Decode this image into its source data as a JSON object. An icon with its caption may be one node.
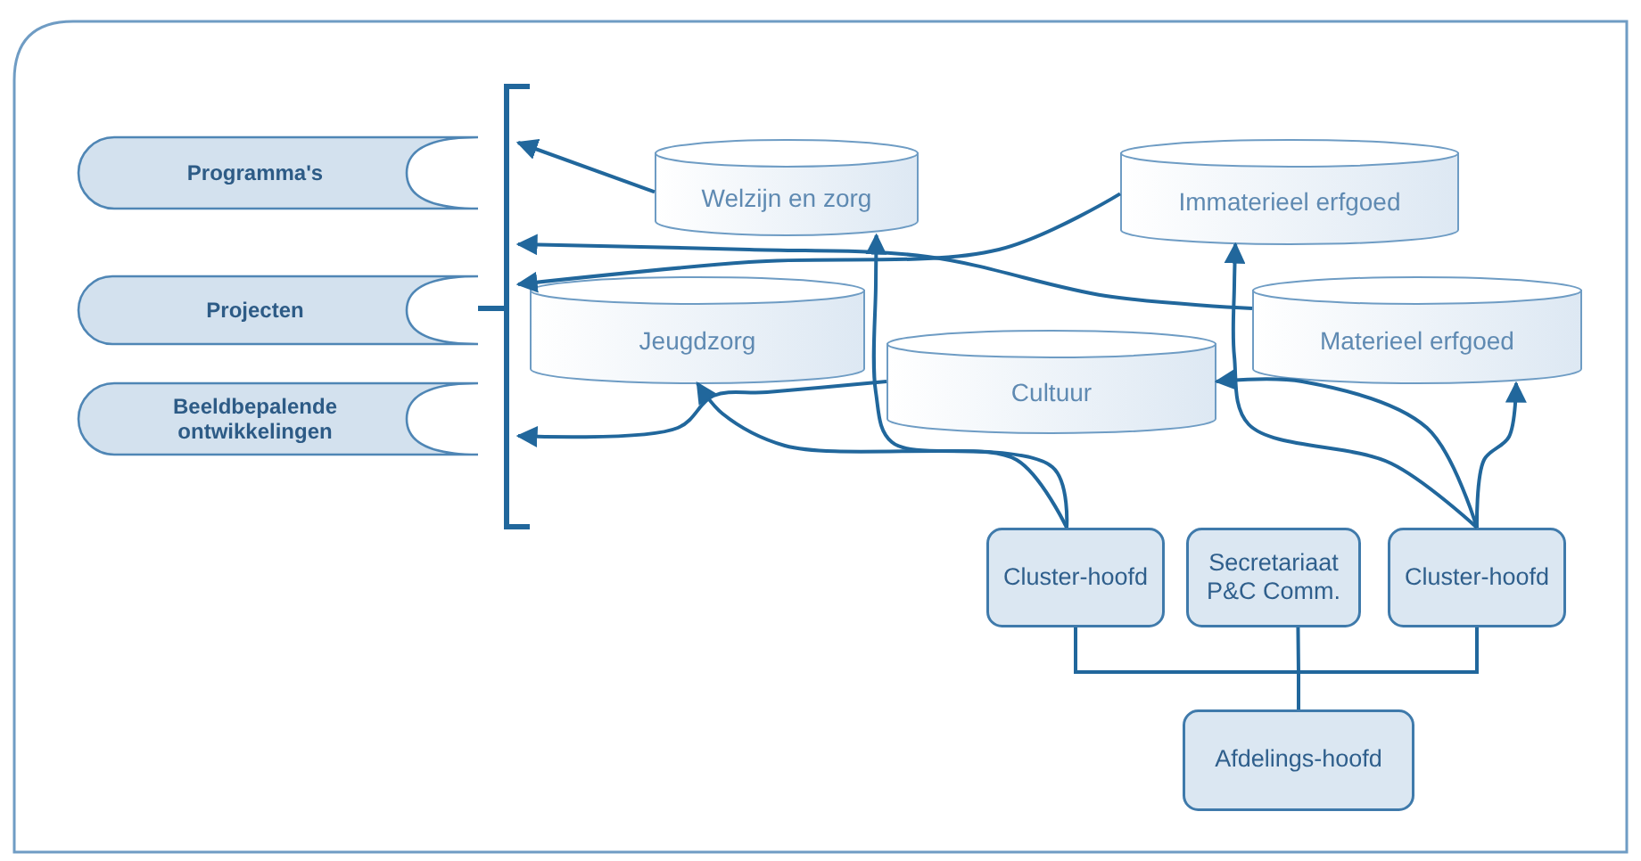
{
  "diagram": {
    "nodes": [
      {
        "text": [
          "Programma's"
        ]
      },
      {
        "text": [
          "Projecten"
        ]
      },
      {
        "text": [
          "Beeldbepalende ontwikkelingen"
        ]
      },
      {
        "text": [],
        "shape": "bracket"
      },
      {
        "text": [
          "Welzijn en zorg"
        ]
      },
      {
        "text": [
          "Immaterieel erfgoed"
        ]
      },
      {
        "text": [
          "Jeugdzorg"
        ]
      },
      {
        "text": [
          "Cultuur"
        ]
      },
      {
        "text": [
          "Materieel erfgoed"
        ]
      },
      {
        "text": [
          "Cluster-hoofd"
        ]
      },
      {
        "text": [
          "Secretariaat P&C Comm."
        ]
      },
      {
        "text": [
          "Cluster-hoofd"
        ]
      },
      {
        "text": [
          "Afdelings-hoofd"
        ]
      }
    ],
    "edges": [
      {
        "from": 4,
        "to": 3,
        "arrow": "to"
      },
      {
        "from": 5,
        "to": 3,
        "arrow": "to"
      },
      {
        "from": 8,
        "to": 3,
        "arrow": "to"
      },
      {
        "from": 7,
        "to": 3,
        "arrow": "to"
      },
      {
        "from": 9,
        "to": 6,
        "arrow": "to"
      },
      {
        "from": 9,
        "to": 4,
        "arrow": "to"
      },
      {
        "from": 11,
        "to": 5,
        "arrow": "to"
      },
      {
        "from": 11,
        "to": 7,
        "arrow": "to"
      },
      {
        "from": 11,
        "to": 8,
        "arrow": "to"
      },
      {
        "from": 9,
        "to": 12,
        "arrow": "none"
      },
      {
        "from": 10,
        "to": 12,
        "arrow": "none"
      },
      {
        "from": 11,
        "to": 12,
        "arrow": "none"
      }
    ]
  }
}
